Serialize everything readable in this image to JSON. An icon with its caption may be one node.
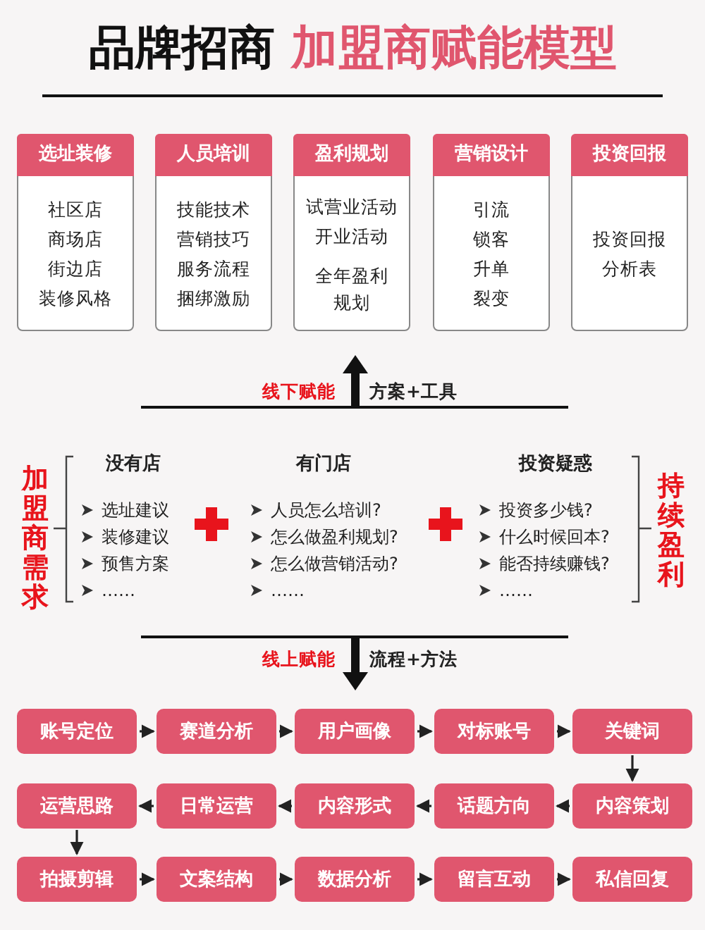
{
  "diagram": {
    "title": "品牌招商 加盟商赋能模型",
    "nodes": [
      {
        "text": [
          "选址装修",
          "社区店",
          "商场店",
          "街边店",
          "装修风格"
        ]
      },
      {
        "text": [
          "人员培训",
          "技能技术",
          "营销技巧",
          "服务流程",
          "捆绑激励"
        ]
      },
      {
        "text": [
          "盈利规划",
          "试营业活动",
          "开业活动",
          "全年盈利规划"
        ]
      },
      {
        "text": [
          "营销设计",
          "引流",
          "锁客",
          "升单",
          "裂变"
        ]
      },
      {
        "text": [
          "投资回报",
          "投资回报分析表"
        ]
      },
      {
        "text": [
          "账号定位"
        ]
      },
      {
        "text": [
          "赛道分析"
        ]
      },
      {
        "text": [
          "用户画像"
        ]
      },
      {
        "text": [
          "对标账号"
        ]
      },
      {
        "text": [
          "关键词"
        ]
      },
      {
        "text": [
          "运营思路"
        ]
      },
      {
        "text": [
          "日常运营"
        ]
      },
      {
        "text": [
          "内容形式"
        ]
      },
      {
        "text": [
          "话题方向"
        ]
      },
      {
        "text": [
          "内容策划"
        ]
      },
      {
        "text": [
          "拍摄剪辑"
        ]
      },
      {
        "text": [
          "文案结构"
        ]
      },
      {
        "text": [
          "数据分析"
        ]
      },
      {
        "text": [
          "留言互动"
        ]
      },
      {
        "text": [
          "私信回复"
        ]
      }
    ],
    "edges": [
      {
        "from": 5,
        "to": 6,
        "arrow": "to"
      },
      {
        "from": 6,
        "to": 7,
        "arrow": "to"
      },
      {
        "from": 7,
        "to": 8,
        "arrow": "to"
      },
      {
        "from": 8,
        "to": 9,
        "arrow": "to"
      },
      {
        "from": 9,
        "to": 14,
        "arrow": "to"
      },
      {
        "from": 14,
        "to": 13,
        "arrow": "to"
      },
      {
        "from": 13,
        "to": 12,
        "arrow": "to"
      },
      {
        "from": 12,
        "to": 11,
        "arrow": "to"
      },
      {
        "from": 11,
        "to": 10,
        "arrow": "to"
      },
      {
        "from": 10,
        "to": 15,
        "arrow": "to"
      },
      {
        "from": 15,
        "to": 16,
        "arrow": "to"
      },
      {
        "from": 16,
        "to": 17,
        "arrow": "to"
      },
      {
        "from": 17,
        "to": 18,
        "arrow": "to"
      },
      {
        "from": 18,
        "to": 19,
        "arrow": "to"
      }
    ],
    "labels": [
      "线下赋能",
      "方案+工具",
      "加盟商需求",
      "没有店",
      "选址建议",
      "装修建议",
      "预售方案",
      "……",
      "有门店",
      "人员怎么培训?",
      "怎么做盈利规划?",
      "怎么做营销活动?",
      "……",
      "投资疑惑",
      "投资多少钱?",
      "什么时候回本?",
      "能否持续赚钱?",
      "……",
      "持续盈利",
      "线上赋能",
      "流程+方法"
    ]
  }
}
